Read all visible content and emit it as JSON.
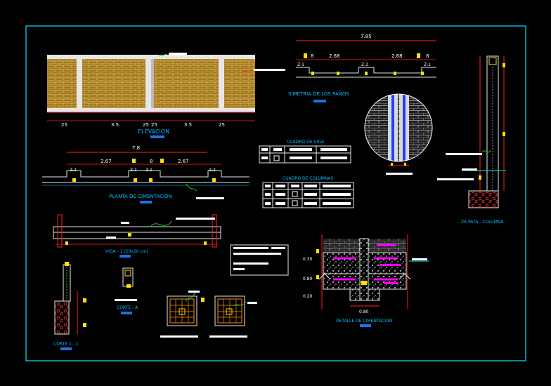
{
  "colors": {
    "background": "#000000",
    "frame": "#00e5ff",
    "dimension": "#ff2020",
    "concrete": "#e6e6e6",
    "brick": "#c8a040",
    "label": "#00bfff",
    "highlight": "#ff00ff",
    "green": "#20c020"
  },
  "elevation": {
    "title": "ELEVACION",
    "dims": [
      "25",
      "3.5",
      "25",
      "25",
      "3.5",
      "25"
    ]
  },
  "simetria": {
    "title": "SIMETRIA DE LOS PAÑOS",
    "total": "7.85",
    "spans": [
      "2.68",
      "2.68"
    ],
    "ends": [
      "8",
      "8"
    ],
    "tags": [
      "Z-1",
      "Z-2",
      "Z-1"
    ]
  },
  "planta": {
    "title": "PLANTA DE CIMENTACION",
    "total": "7.8",
    "spans": [
      "2.67",
      "2.67"
    ],
    "mid": "8",
    "tags": [
      "Z-2",
      "Z-1",
      "Z-1",
      "Z-2"
    ]
  },
  "cuadro_vigas": {
    "title": "CUADRO DE VIGA"
  },
  "cuadro_columnas": {
    "title": "CUADRO DE COLUMNAS"
  },
  "viga": {
    "title": "VIGA - 1 (20x20 cm)"
  },
  "corte_a": {
    "title": "CORTE - A"
  },
  "corte_1": {
    "title": "CORTE 1 - 1"
  },
  "zapata": {
    "title": "ZA PATA - COLUMNA"
  },
  "detalle": {
    "title": "DETALLE DE CIMENTACION",
    "dims": [
      "0.30",
      "0.80",
      "0.20"
    ],
    "width": "0.80"
  }
}
